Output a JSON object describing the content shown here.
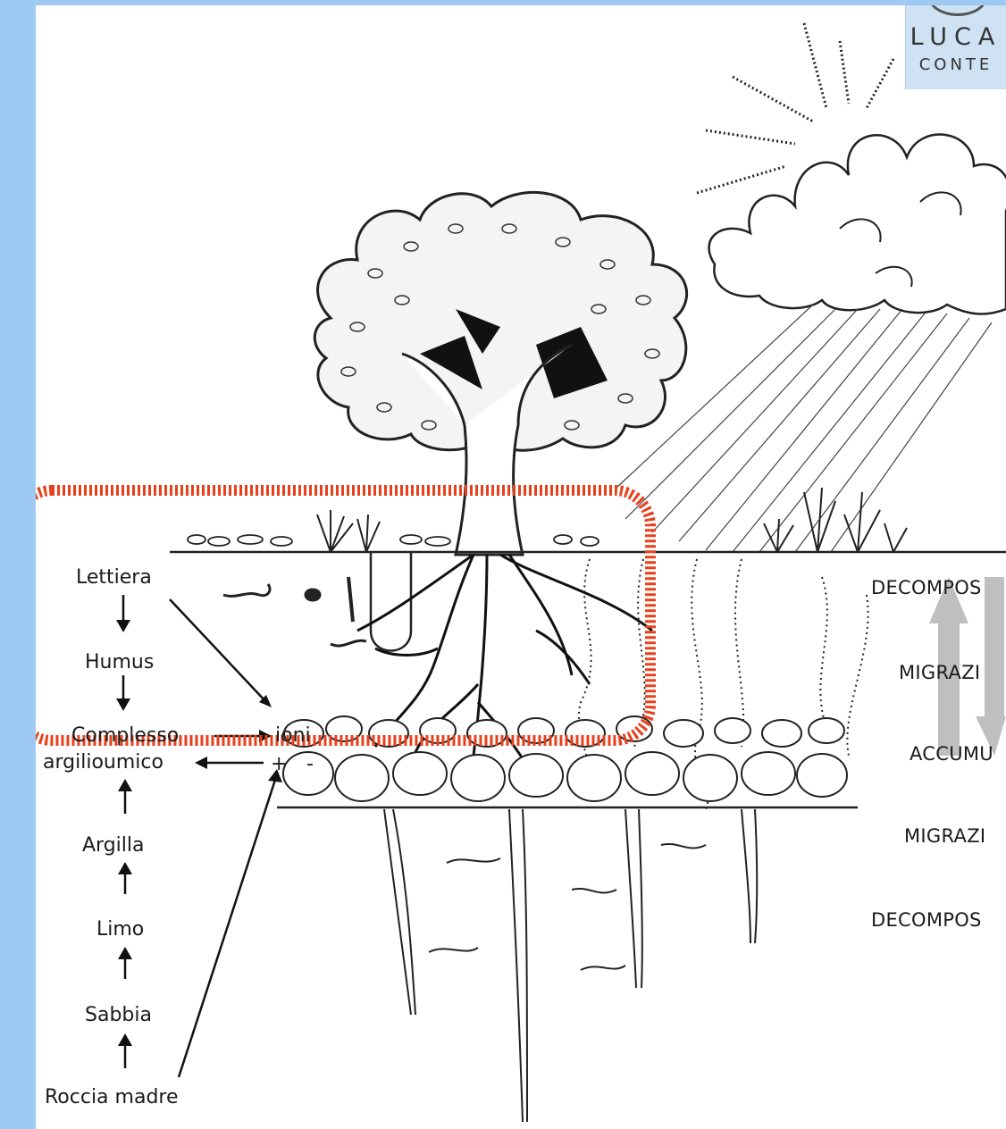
{
  "labels": {
    "lettiera": "Lettiera",
    "humus": "Humus",
    "complesso": "Complesso",
    "argilloumico": "argilioumico",
    "ioni": "ioni",
    "plus": "+",
    "minus": "-",
    "argilla": "Argilla",
    "limo": "Limo",
    "sabbia": "Sabbia",
    "roccia": "Roccia madre"
  },
  "processes": {
    "decomposition_top": "DECOMPOS",
    "migration_top": "MIGRAZI",
    "accumulation": "ACCUMU",
    "migration_bottom": "MIGRAZI",
    "decomposition_bottom": "DECOMPOS"
  },
  "logo": {
    "line1": "LUCA",
    "line2": "CONTE"
  },
  "colors": {
    "background": "#9ec9f2",
    "highlight": "#e8401c",
    "ink": "#1a1a1a"
  }
}
